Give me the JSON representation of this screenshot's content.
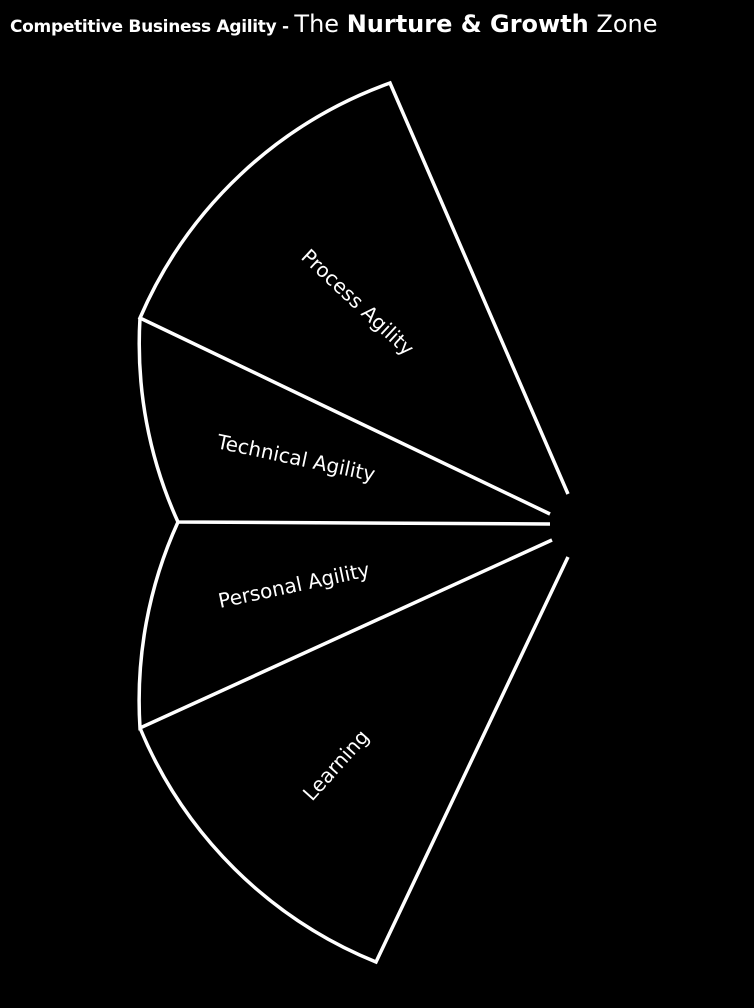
{
  "title": {
    "prefix": "Competitive Business Agility - ",
    "the": "The ",
    "emphasis": "Nurture & Growth",
    "suffix": " Zone"
  },
  "segments": [
    {
      "label": "Process Agility"
    },
    {
      "label": "Technical Agility"
    },
    {
      "label": "Personal Agility"
    },
    {
      "label": "Learning"
    }
  ],
  "colors": {
    "background": "#000000",
    "stroke": "#ffffff",
    "text": "#ffffff"
  }
}
